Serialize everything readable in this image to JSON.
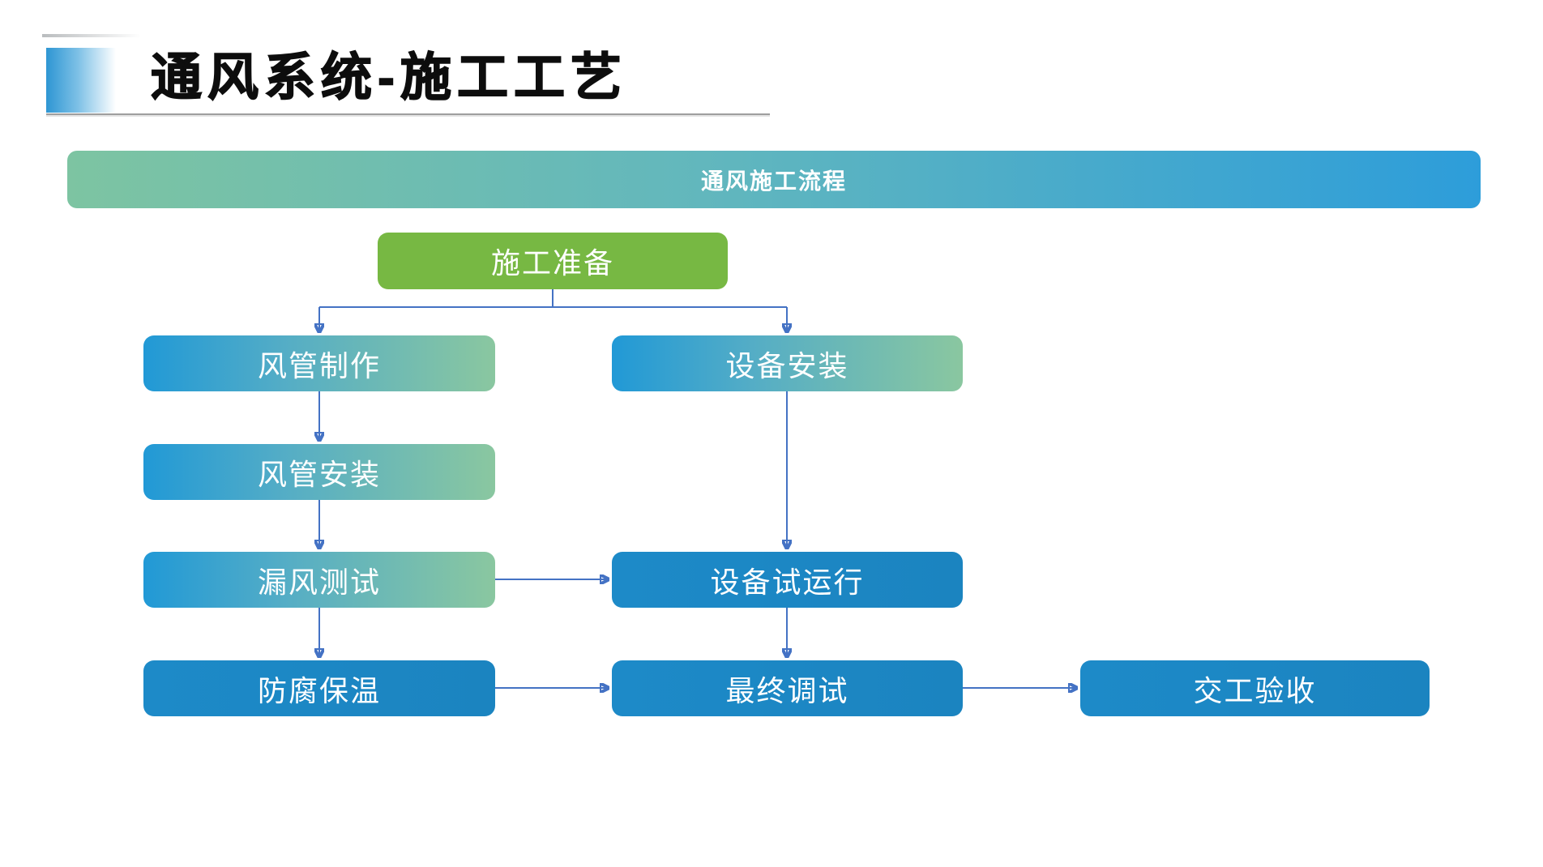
{
  "title": {
    "text": "通风系统-施工工艺"
  },
  "banner": {
    "text": "通风施工流程"
  },
  "flowchart": {
    "nodes": {
      "prep": "施工准备",
      "duct_fab": "风管制作",
      "equip_install": "设备安装",
      "duct_install": "风管安装",
      "leak_test": "漏风测试",
      "equip_trial": "设备试运行",
      "anticorrosion": "防腐保温",
      "final_debug": "最终调试",
      "handover": "交工验收"
    }
  },
  "colors": {
    "green_node": "#77b843",
    "solid_blue_node": "#1c87c4",
    "gradient_node_start": "#2199d6",
    "gradient_node_end": "#8ac7a0",
    "banner_gradient_start": "#7dc4a2",
    "banner_gradient_end": "#2d9dda",
    "arrow": "#4472c4",
    "title_accent": "#2e96d3"
  }
}
